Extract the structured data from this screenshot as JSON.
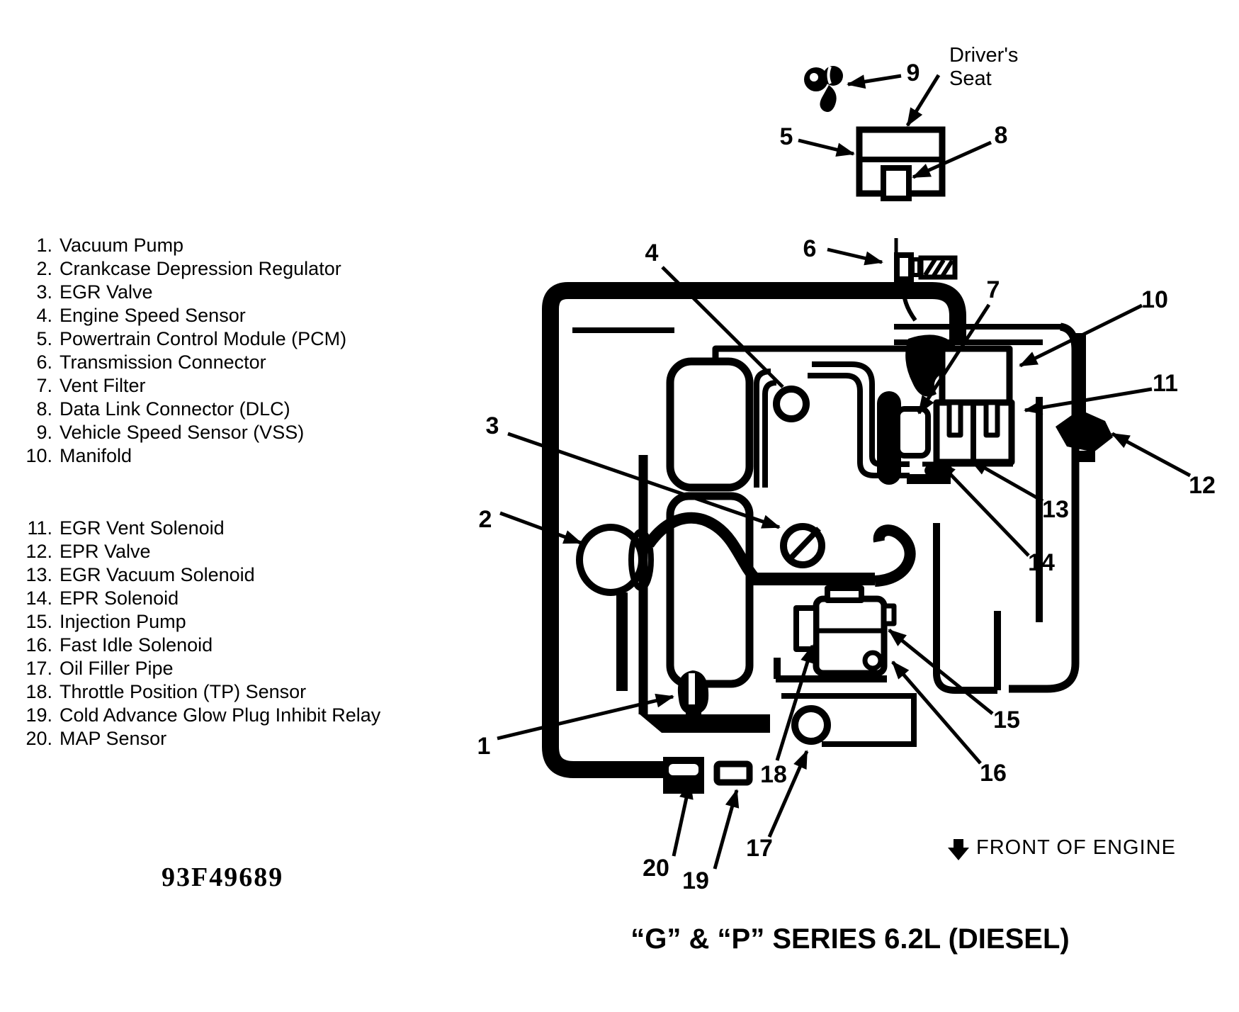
{
  "document": {
    "figure_code": "93F49689",
    "title": "“G” & “P” SERIES 6.2L (DIESEL)",
    "front_of_engine_label": "FRONT OF ENGINE"
  },
  "inset": {
    "seat_label_line1": "Driver's",
    "seat_label_line2": "Seat"
  },
  "legend": {
    "group1": [
      {
        "num": "1.",
        "label": "Vacuum Pump"
      },
      {
        "num": "2.",
        "label": "Crankcase Depression Regulator"
      },
      {
        "num": "3.",
        "label": "EGR Valve"
      },
      {
        "num": "4.",
        "label": "Engine Speed Sensor"
      },
      {
        "num": "5.",
        "label": "Powertrain Control Module (PCM)"
      },
      {
        "num": "6.",
        "label": "Transmission Connector"
      },
      {
        "num": "7.",
        "label": "Vent Filter"
      },
      {
        "num": "8.",
        "label": "Data Link Connector (DLC)"
      },
      {
        "num": "9.",
        "label": "Vehicle Speed Sensor (VSS)"
      },
      {
        "num": "10.",
        "label": "Manifold"
      }
    ],
    "group2": [
      {
        "num": "11.",
        "label": "EGR Vent Solenoid"
      },
      {
        "num": "12.",
        "label": "EPR Valve"
      },
      {
        "num": "13.",
        "label": "EGR Vacuum Solenoid"
      },
      {
        "num": "14.",
        "label": "EPR Solenoid"
      },
      {
        "num": "15.",
        "label": "Injection Pump"
      },
      {
        "num": "16.",
        "label": "Fast Idle Solenoid"
      },
      {
        "num": "17.",
        "label": "Oil Filler Pipe"
      },
      {
        "num": "18.",
        "label": "Throttle Position (TP) Sensor"
      },
      {
        "num": "19.",
        "label": "Cold Advance Glow Plug Inhibit Relay"
      },
      {
        "num": "20.",
        "label": "MAP Sensor"
      }
    ]
  },
  "callouts": {
    "n1": "1",
    "n2": "2",
    "n3": "3",
    "n4": "4",
    "n5": "5",
    "n6": "6",
    "n7": "7",
    "n8": "8",
    "n9": "9",
    "n10": "10",
    "n11": "11",
    "n12": "12",
    "n13": "13",
    "n14": "14",
    "n15": "15",
    "n16": "16",
    "n17": "17",
    "n18": "18",
    "n19": "19",
    "n20": "20"
  }
}
